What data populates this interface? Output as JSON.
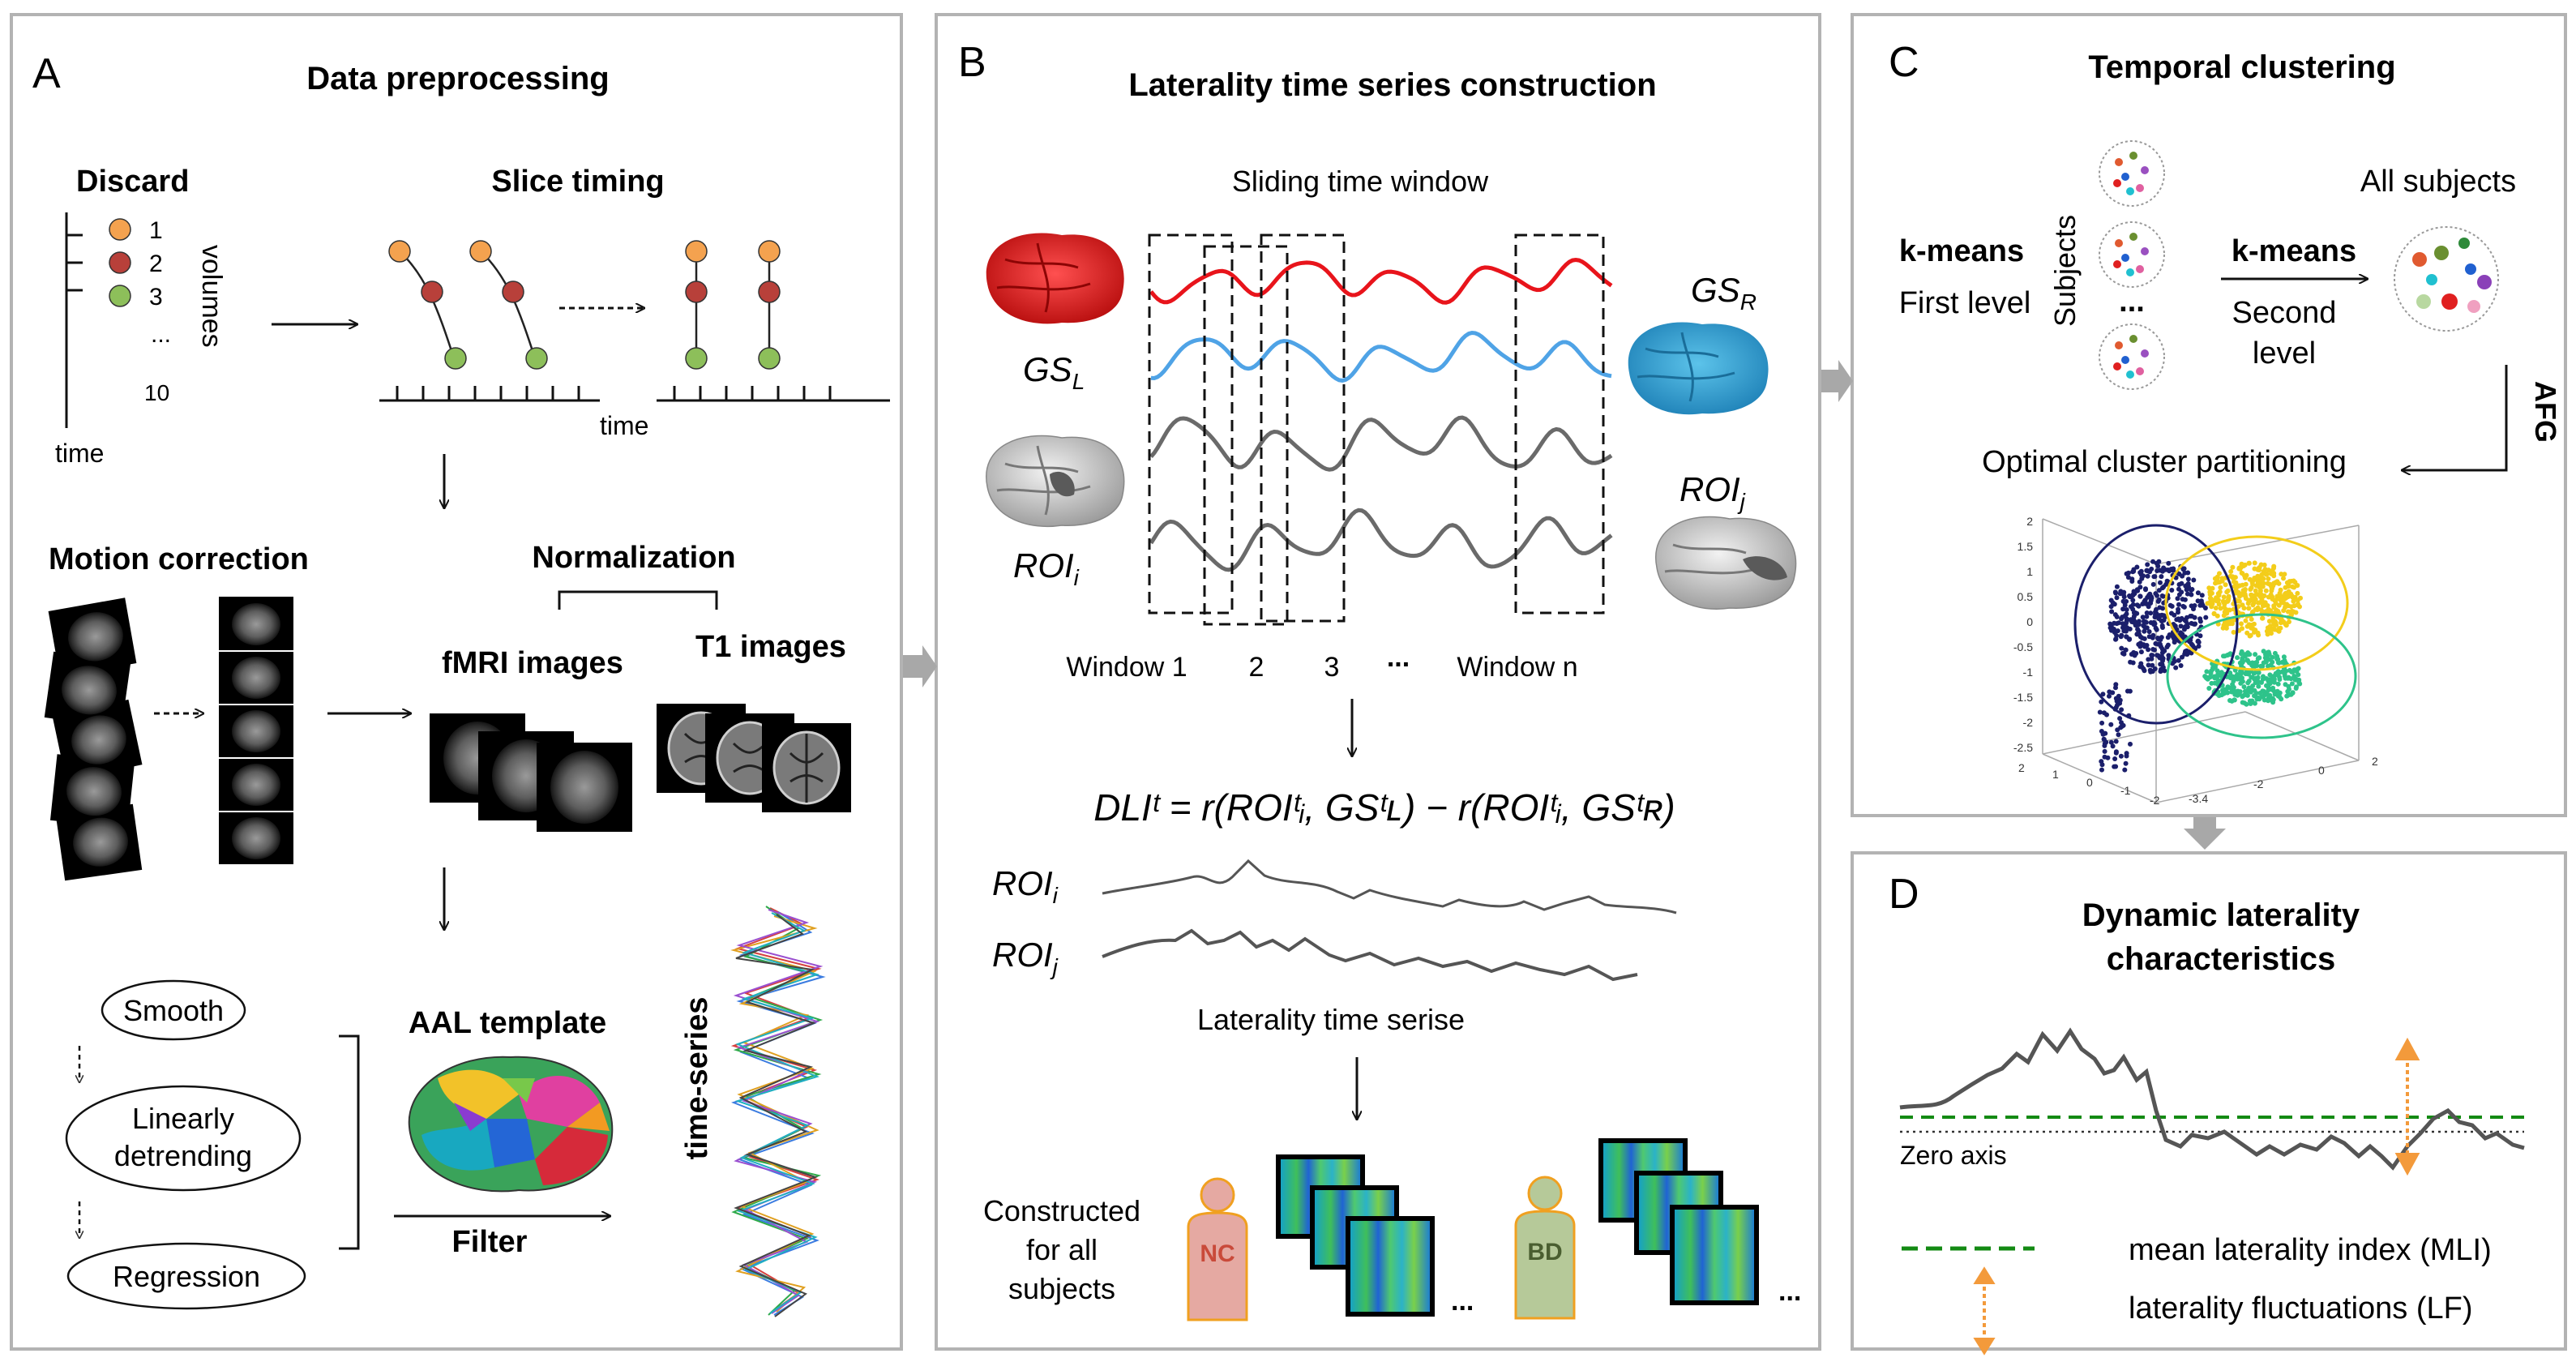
{
  "panels": {
    "A": {
      "letter": "A",
      "title": "Data preprocessing",
      "discard_label": "Discard",
      "volume_numbers": [
        "1",
        "2",
        "3",
        "...",
        "10"
      ],
      "volumes_label": "volumes",
      "time_label": "time",
      "slice_timing_label": "Slice timing",
      "slice_time_label": "time",
      "motion_correction_label": "Motion correction",
      "normalization_label": "Normalization",
      "fmri_label": "fMRI images",
      "t1_label": "T1 images",
      "steps": [
        "Smooth",
        "Linearly",
        "detrending",
        "Regression"
      ],
      "aal_label": "AAL template",
      "filter_label": "Filter",
      "timeseries_label": "time-series"
    },
    "B": {
      "letter": "B",
      "title": "Laterality time series construction",
      "sliding_label": "Sliding time window",
      "gsl": "GS",
      "gsl_sub": "L",
      "gsr": "GS",
      "gsr_sub": "R",
      "roii": "ROI",
      "roii_sub": "i",
      "roij": "ROI",
      "roij_sub": "j",
      "window_labels": [
        "Window 1",
        "2",
        "3",
        "...",
        "Window n"
      ],
      "formula": "DLIᵗ = r(ROIᵗᵢ, GSᵗʟ) − r(ROIᵗᵢ, GSᵗʀ)",
      "roi_i_label": "ROI",
      "roi_i_sub": "i",
      "roi_j_label": "ROI",
      "roi_j_sub": "j",
      "laterality_label": "Laterality time serise",
      "constructed_label": [
        "Constructed",
        "for all",
        "subjects"
      ],
      "nc_label": "NC",
      "bd_label": "BD",
      "ellipsis": "..."
    },
    "C": {
      "letter": "C",
      "title": "Temporal clustering",
      "kmeans1": "k-means",
      "first_level": "First level",
      "subjects_label": "Subjects",
      "dots": "...",
      "kmeans2": "k-means",
      "second_level": [
        "Second",
        "level"
      ],
      "all_subjects": "All subjects",
      "afg": "AFG",
      "optimal_label": "Optimal cluster partitioning",
      "y_ticks": [
        "2",
        "1.5",
        "1",
        "0.5",
        "0",
        "-0.5",
        "-1",
        "-1.5",
        "-2",
        "-2.5"
      ],
      "x_ticks": [
        "2",
        "1",
        "0",
        "-1",
        "-2",
        "-3.4",
        "-2",
        "0",
        "2"
      ]
    },
    "D": {
      "letter": "D",
      "title": [
        "Dynamic laterality",
        "characteristics"
      ],
      "zero_axis": "Zero axis",
      "legend_mli": "mean laterality index (MLI)",
      "legend_lf": "laterality fluctuations (LF)"
    }
  },
  "colors": {
    "panel_border": "#b3b3b3",
    "arrow_gray": "#a8a8a8",
    "red_signal": "#e8141b",
    "blue_signal": "#4fa3e6",
    "gray_signal": "#6a6a6a",
    "vol1": "#f4a24f",
    "vol2": "#b8403a",
    "vol3": "#8dbf5a",
    "cluster_navy": "#1b1f6b",
    "cluster_yellow": "#f3cd1a",
    "cluster_green": "#2ec38a",
    "mli_green": "#138a13",
    "lf_orange": "#f39a3b",
    "nc_fill": "#e5a9a2",
    "bd_fill": "#b6c999"
  }
}
